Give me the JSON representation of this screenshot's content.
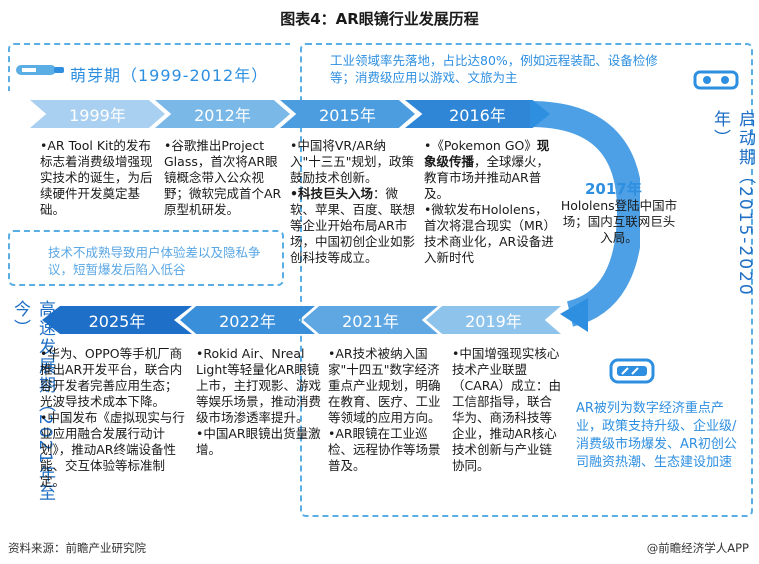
{
  "title": "图表4：AR眼镜行业发展历程",
  "stages": {
    "sprout": "萌芽期（1999-2012年）",
    "launch": "启动期（2015-2020年）",
    "growth": "高速发展期（2021年至今）"
  },
  "launch_summary": "工业领域率先落地，占比达80%，例如远程装配、设备检修等；消费级应用以游戏、文旅为主",
  "sprout_note": "技术不成熟导致用户体验差以及隐私争议，短暂爆发后陷入低谷",
  "growth_summary": "AR被列为数字经济重点产业，政策支持升级、企业级/消费级市场爆发、AR初创公司融资热潮、生态建设加速",
  "top_years": [
    "1999年",
    "2012年",
    "2015年",
    "2016年"
  ],
  "bottom_years": [
    "2025年",
    "2022年",
    "2021年",
    "2019年"
  ],
  "curve_year": "2017年",
  "curve_text": "Hololens登陆中国市场；国内互联网巨头入局。",
  "events": {
    "y1999": [
      "•AR Tool Kit的发布标志着消费级增强现实技术的诞生，为后续硬件开发奠定基础。"
    ],
    "y2012": [
      "•谷歌推出Project Glass，首次将AR眼镜概念带入公众视野；微软完成首个AR原型机研发。"
    ],
    "y2015_a": "•中国将VR/AR纳入\"十三五\"规划，政策鼓励技术创新。",
    "y2015_b_bold": "•科技巨头入场",
    "y2015_b": "：微软、苹果、百度、联想等企业开始布局AR市场，中国初创企业如影创科技等成立。",
    "y2016_a_pre": "•《Pokemon GO》",
    "y2016_a_bold": "现象级传播",
    "y2016_a": "，全球爆火，教育市场并推动AR普及。",
    "y2016_b": "•微软发布Hololens，首次将混合现实（MR）技术商业化，AR设备进入新时代",
    "y2025": [
      "•华为、OPPO等手机厂商推出AR开发平台，联合内容开发者完善应用生态；光波导技术成本下降。",
      "•中国发布《虚拟现实与行业应用融合发展行动计划》，推动AR终端设备性能、交互体验等标准制定。"
    ],
    "y2022": [
      "•Rokid Air、Nreal Light等轻量化AR眼镜上市，主打观影、游戏等娱乐场景，推动消费级市场渗透率提升。",
      "•中国AR眼镜出货量激增。"
    ],
    "y2021": [
      "•AR技术被纳入国家\"十四五\"数字经济重点产业规划，明确在教育、医疗、工业等领域的应用方向。",
      "•AR眼镜在工业巡检、远程协作等场景普及。"
    ],
    "y2019": [
      "•中国增强现实核心技术产业联盟（CARA）成立：由工信部指导，联合华为、商汤科技等企业，推动AR核心技术创新与产业链协同。"
    ]
  },
  "source_label": "资料来源：前瞻产业研究院",
  "brand": "@前瞻经济学人APP",
  "colors": {
    "accent": "#2e8fe0",
    "dark": "#1e6fc8"
  },
  "icons": [
    "ar-pen-icon",
    "ar-glasses-icon",
    "ar-headset-icon"
  ]
}
